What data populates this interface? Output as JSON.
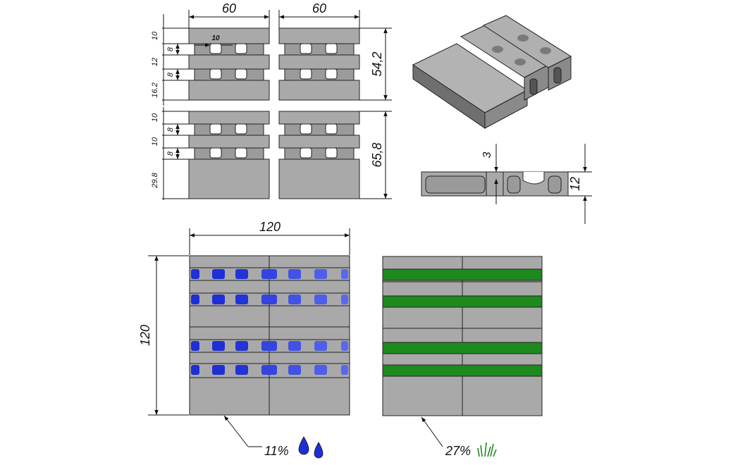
{
  "dimensions": {
    "top_width_left": "60",
    "top_width_right": "60",
    "upper_height_total": "54,2",
    "lower_height_total": "65,8",
    "hole_width": "10",
    "upper_rows": [
      "10",
      "8",
      "12",
      "8",
      "16.2"
    ],
    "lower_rows": [
      "10",
      "8",
      "10",
      "8",
      "29.8"
    ],
    "section_depth": "3",
    "section_height": "12",
    "assembly_width": "120",
    "assembly_height": "120"
  },
  "variants": {
    "water": {
      "percent": "11%",
      "icon": "water-drops-icon",
      "fill_color": "#1f2fd6"
    },
    "grass": {
      "percent": "27%",
      "icon": "grass-icon",
      "fill_color": "#1e8a1e"
    }
  },
  "colors": {
    "slab": "#a9a9a9",
    "slab_dark": "#8f8f8f",
    "outline": "#222222",
    "water_light": "#5a68ef"
  }
}
